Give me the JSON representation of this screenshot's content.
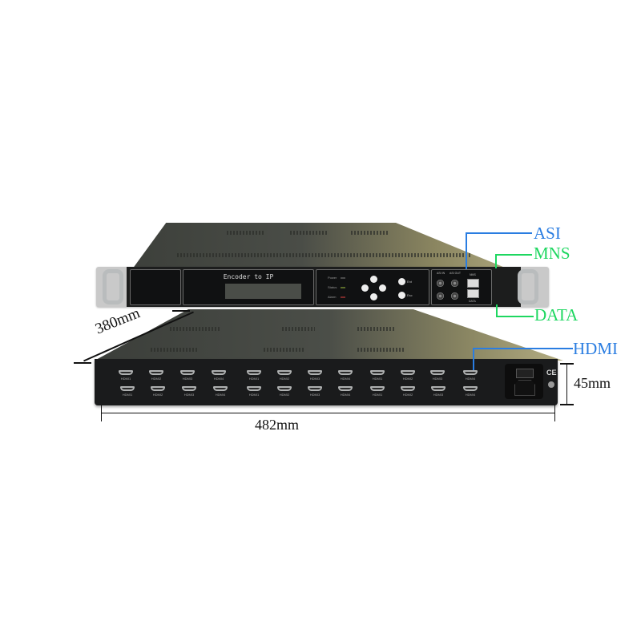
{
  "device": {
    "front_title": "Encoder to IP",
    "leds": [
      {
        "label": "Power",
        "color": "#4a4a4a"
      },
      {
        "label": "Status",
        "color": "#5a6a2a"
      },
      {
        "label": "Alarm",
        "color": "#7a2a2a"
      }
    ],
    "buttons": [
      {
        "label": "Ent"
      },
      {
        "label": "Esc"
      }
    ],
    "asi_ports": {
      "in_label": "ASI IN",
      "out_label": "ASI OUT"
    },
    "network_ports": {
      "nms_label": "NMS",
      "data_label": "DATA"
    },
    "rear_hdmi_groups": [
      [
        "HDMI1",
        "HDMI2",
        "HDMI3",
        "HDMI4"
      ],
      [
        "HDMI1",
        "HDMI2",
        "HDMI3",
        "HDMI4"
      ],
      [
        "HDMI1",
        "HDMI2",
        "HDMI3",
        "HDMI4"
      ]
    ],
    "ce_mark": "CE"
  },
  "callouts": {
    "asi": "ASI",
    "mns": "MNS",
    "data": "DATA",
    "hdmi": "HDMI",
    "asi_color": "#2a7de1",
    "mns_color": "#1ed760",
    "data_color": "#1ed760",
    "hdmi_color": "#2a7de1"
  },
  "dimensions": {
    "depth": "380mm",
    "width": "482mm",
    "height": "45mm"
  }
}
